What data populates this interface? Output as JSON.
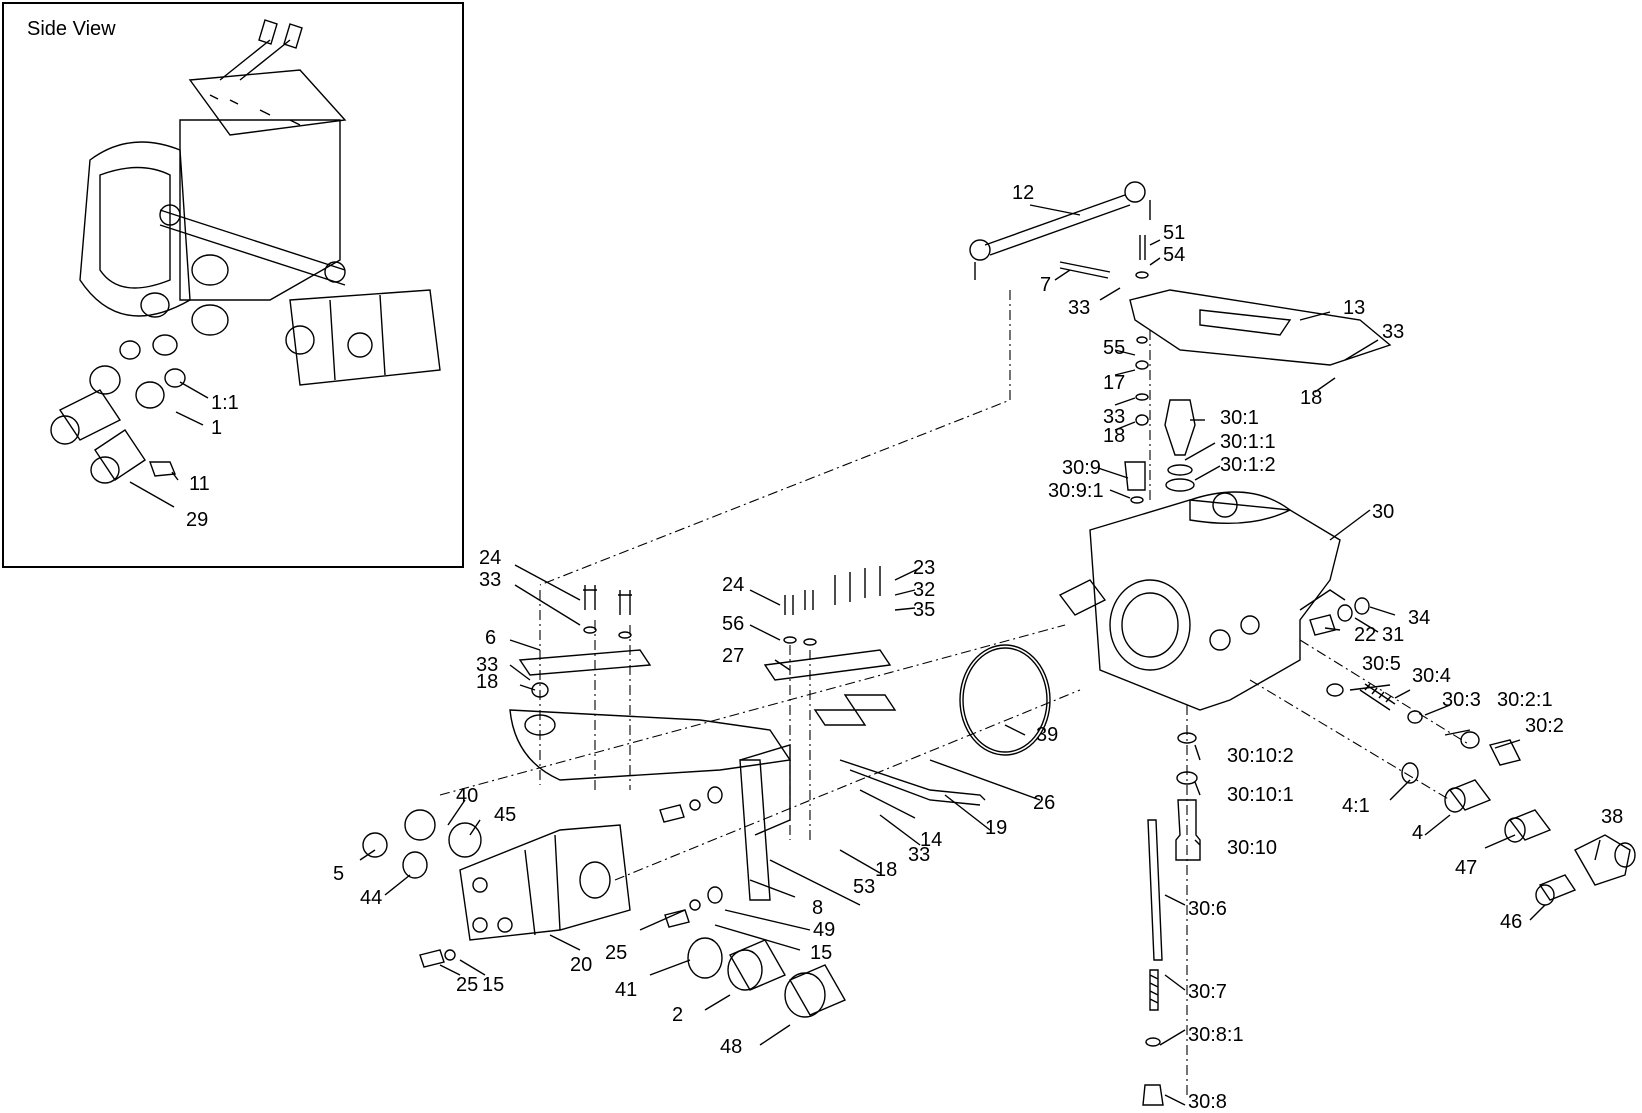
{
  "inset": {
    "title": "Side View",
    "callouts": [
      "1:1",
      "1",
      "11",
      "29"
    ]
  },
  "callouts": [
    "12",
    "51",
    "54",
    "7",
    "33",
    "13",
    "33",
    "55",
    "17",
    "18",
    "33",
    "18",
    "30:1",
    "30:1:1",
    "30:1:2",
    "30:9",
    "30:9:1",
    "30",
    "24",
    "33",
    "23",
    "32",
    "35",
    "24",
    "56",
    "6",
    "27",
    "33",
    "18",
    "34",
    "31",
    "22",
    "30:5",
    "30:4",
    "30:3",
    "30:2:1",
    "30:2",
    "39",
    "26",
    "30:10:2",
    "30:10:1",
    "4:1",
    "4",
    "38",
    "19",
    "40",
    "45",
    "14",
    "33",
    "18",
    "30:10",
    "47",
    "5",
    "44",
    "53",
    "8",
    "46",
    "49",
    "30:6",
    "15",
    "25",
    "20",
    "25",
    "15",
    "41",
    "30:7",
    "2",
    "48",
    "30:8:1",
    "30:8"
  ]
}
